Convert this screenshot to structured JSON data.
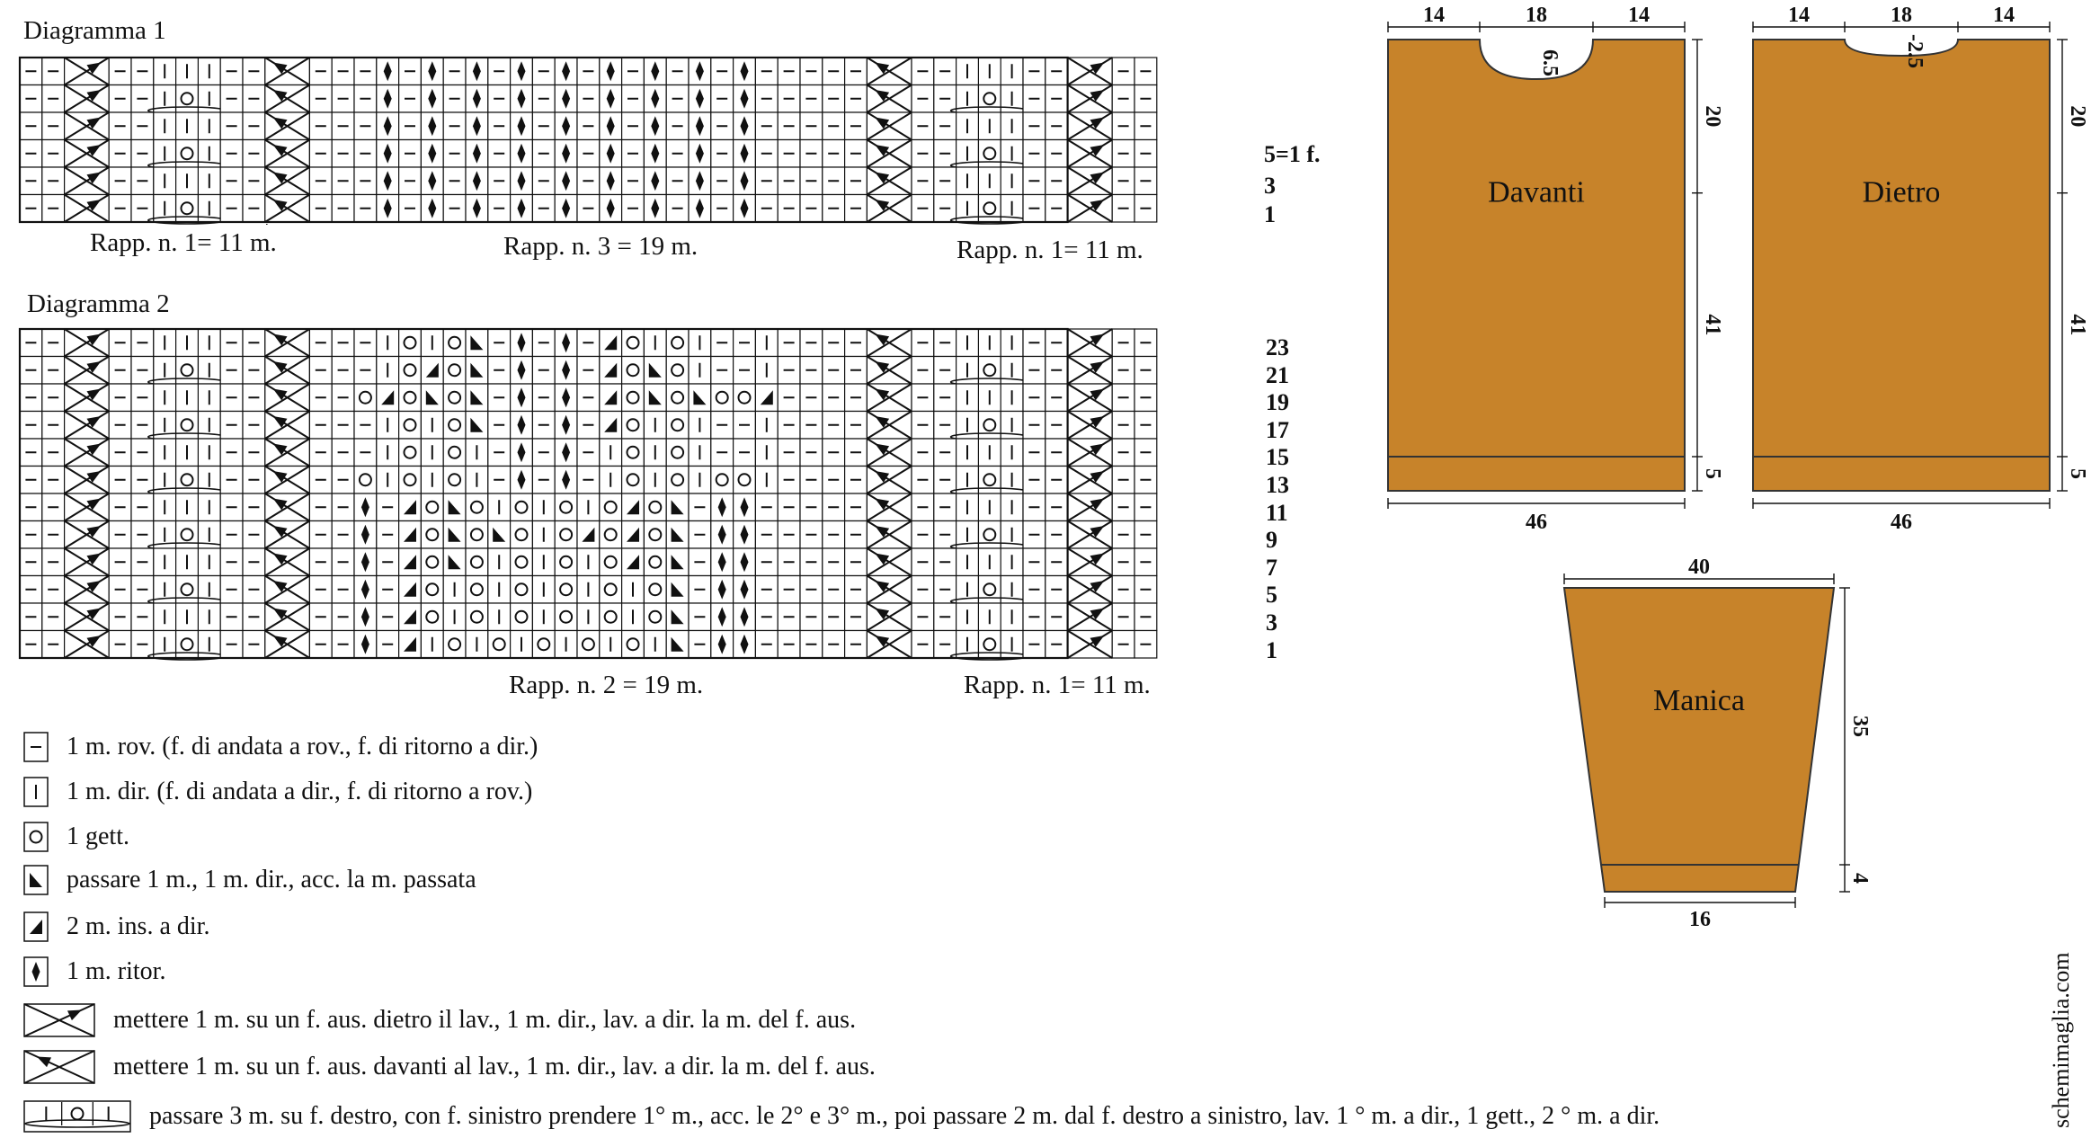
{
  "diagram1": {
    "title": "Diagramma 1",
    "row_labels": [
      "5=1 f.",
      "3",
      "1"
    ],
    "rapp_labels": [
      "Rapp. n. 1= 11 m.",
      "Rapp. n. 3 = 19 m.",
      "Rapp. n. 1= 11 m."
    ]
  },
  "diagram2": {
    "title": "Diagramma 2",
    "row_labels": [
      "23",
      "21",
      "19",
      "17",
      "15",
      "13",
      "11",
      "9",
      "7",
      "5",
      "3",
      "1"
    ],
    "rapp_labels": [
      "Rapp. n. 2 = 19 m.",
      "Rapp. n. 1= 11 m."
    ]
  },
  "legend": [
    {
      "symbol": "purl-dash",
      "text": "1 m. rov. (f. di andata a rov., f. di ritorno a dir.)"
    },
    {
      "symbol": "knit-bar",
      "text": "1 m. dir. (f. di andata a dir., f. di ritorno a rov.)"
    },
    {
      "symbol": "yarn-over-circle",
      "text": "1 gett."
    },
    {
      "symbol": "ssk-left-triangle",
      "text": "passare 1 m., 1 m. dir., acc. la m. passata"
    },
    {
      "symbol": "k2tog-right-triangle",
      "text": "2 m. ins. a dir."
    },
    {
      "symbol": "twisted-diamond",
      "text": "1 m. ritor."
    },
    {
      "symbol": "cross-back",
      "text": "mettere 1 m. su un f. aus. dietro il lav., 1 m. dir., lav. a dir. la m. del f. aus."
    },
    {
      "symbol": "cross-front",
      "text": "mettere 1 m. su un f. aus. davanti al lav., 1 m. dir., lav. a dir. la m. del f. aus."
    },
    {
      "symbol": "three-stitch-wrap",
      "text": "passare 3 m. su f. destro, con f. sinistro prendere 1° m., acc. le 2° e 3° m., poi passare 2 m. dal f. destro a sinistro, lav. 1 ° m. a dir., 1 gett., 2 ° m. a dir."
    }
  ],
  "schematics": {
    "front": {
      "label": "Davanti",
      "top_widths": [
        "14",
        "18",
        "14"
      ],
      "neck_depth": "6.5",
      "side_heights": [
        "20",
        "41",
        "5"
      ],
      "bottom_width": "46"
    },
    "back": {
      "label": "Dietro",
      "top_widths": [
        "14",
        "18",
        "14"
      ],
      "neck_depth": "-2.5",
      "side_heights": [
        "20",
        "41",
        "5"
      ],
      "bottom_width": "46"
    },
    "sleeve": {
      "label": "Manica",
      "top_width": "40",
      "side_heights": [
        "35",
        "4"
      ],
      "bottom_width": "16"
    },
    "fill_color": "#c7832a"
  },
  "watermark": "schemimaglia.com"
}
